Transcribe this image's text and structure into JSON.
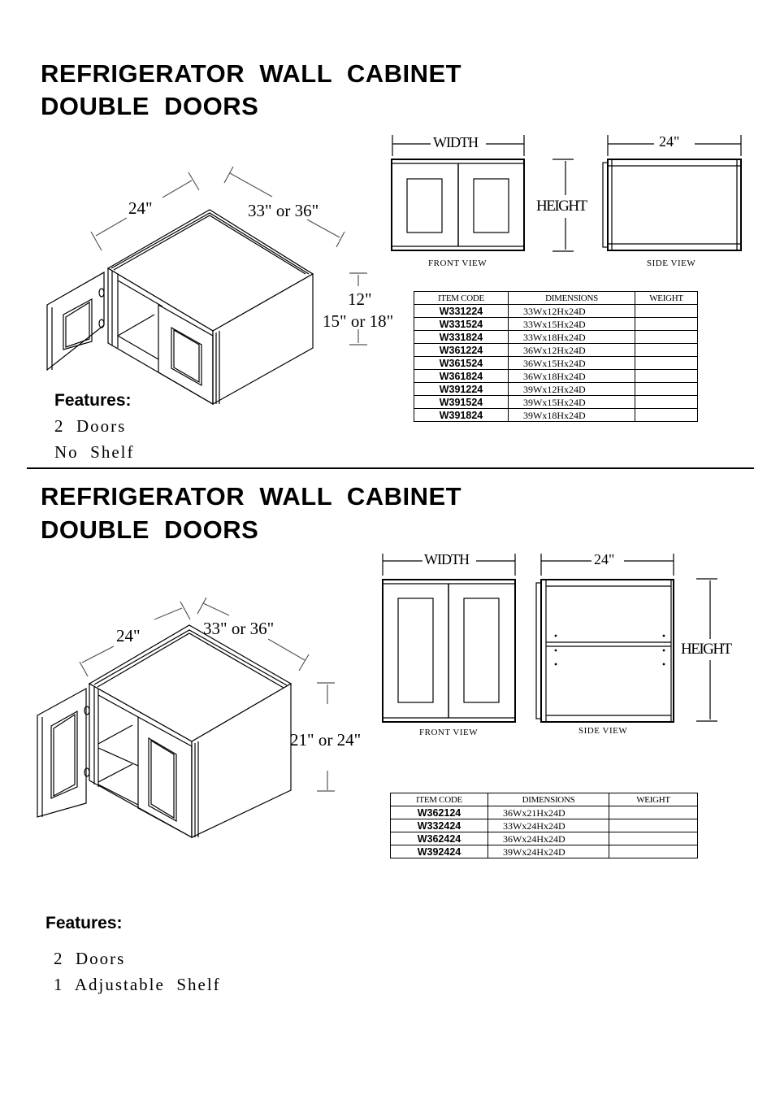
{
  "sections": [
    {
      "title_line1": "REFRIGERATOR  WALL  CABINET",
      "title_line2": "DOUBLE  DOORS",
      "iso_dims": {
        "depth": "24\"",
        "width": "33\" or 36\"",
        "height_a": "12\"",
        "height_b": "15\" or 18\""
      },
      "front_view": {
        "width_label": "WIDTH",
        "height_label": "HEIGHT",
        "caption": "FRONT VIEW"
      },
      "side_view": {
        "depth_label": "24\"",
        "caption": "SIDE VIEW"
      },
      "table": {
        "headers": [
          "ITEM CODE",
          "DIMENSIONS",
          "WEIGHT"
        ],
        "rows": [
          {
            "code": "W331224",
            "dims": "33Wx12Hx24D",
            "weight": ""
          },
          {
            "code": "W331524",
            "dims": "33Wx15Hx24D",
            "weight": ""
          },
          {
            "code": "W331824",
            "dims": "33Wx18Hx24D",
            "weight": ""
          },
          {
            "code": "W361224",
            "dims": "36Wx12Hx24D",
            "weight": ""
          },
          {
            "code": "W361524",
            "dims": "36Wx15Hx24D",
            "weight": ""
          },
          {
            "code": "W361824",
            "dims": "36Wx18Hx24D",
            "weight": ""
          },
          {
            "code": "W391224",
            "dims": "39Wx12Hx24D",
            "weight": ""
          },
          {
            "code": "W391524",
            "dims": "39Wx15Hx24D",
            "weight": ""
          },
          {
            "code": "W391824",
            "dims": "39Wx18Hx24D",
            "weight": ""
          }
        ]
      },
      "features": {
        "heading": "Features:",
        "items": [
          "2  Doors",
          "No  Shelf"
        ]
      }
    },
    {
      "title_line1": "REFRIGERATOR  WALL  CABINET",
      "title_line2": "DOUBLE  DOORS",
      "iso_dims": {
        "depth": "24\"",
        "width": "33\" or 36\"",
        "height": "21\" or 24\""
      },
      "front_view": {
        "width_label": "WIDTH",
        "caption": "FRONT VIEW"
      },
      "side_view": {
        "depth_label": "24\"",
        "height_label": "HEIGHT",
        "caption": "SIDE VIEW"
      },
      "table": {
        "headers": [
          "ITEM CODE",
          "DIMENSIONS",
          "WEIGHT"
        ],
        "rows": [
          {
            "code": "W362124",
            "dims": "36Wx21Hx24D",
            "weight": ""
          },
          {
            "code": "W332424",
            "dims": "33Wx24Hx24D",
            "weight": ""
          },
          {
            "code": "W362424",
            "dims": "36Wx24Hx24D",
            "weight": ""
          },
          {
            "code": "W392424",
            "dims": "39Wx24Hx24D",
            "weight": ""
          }
        ]
      },
      "features": {
        "heading": "Features:",
        "items": [
          "2  Doors",
          "1  Adjustable  Shelf"
        ]
      }
    }
  ]
}
